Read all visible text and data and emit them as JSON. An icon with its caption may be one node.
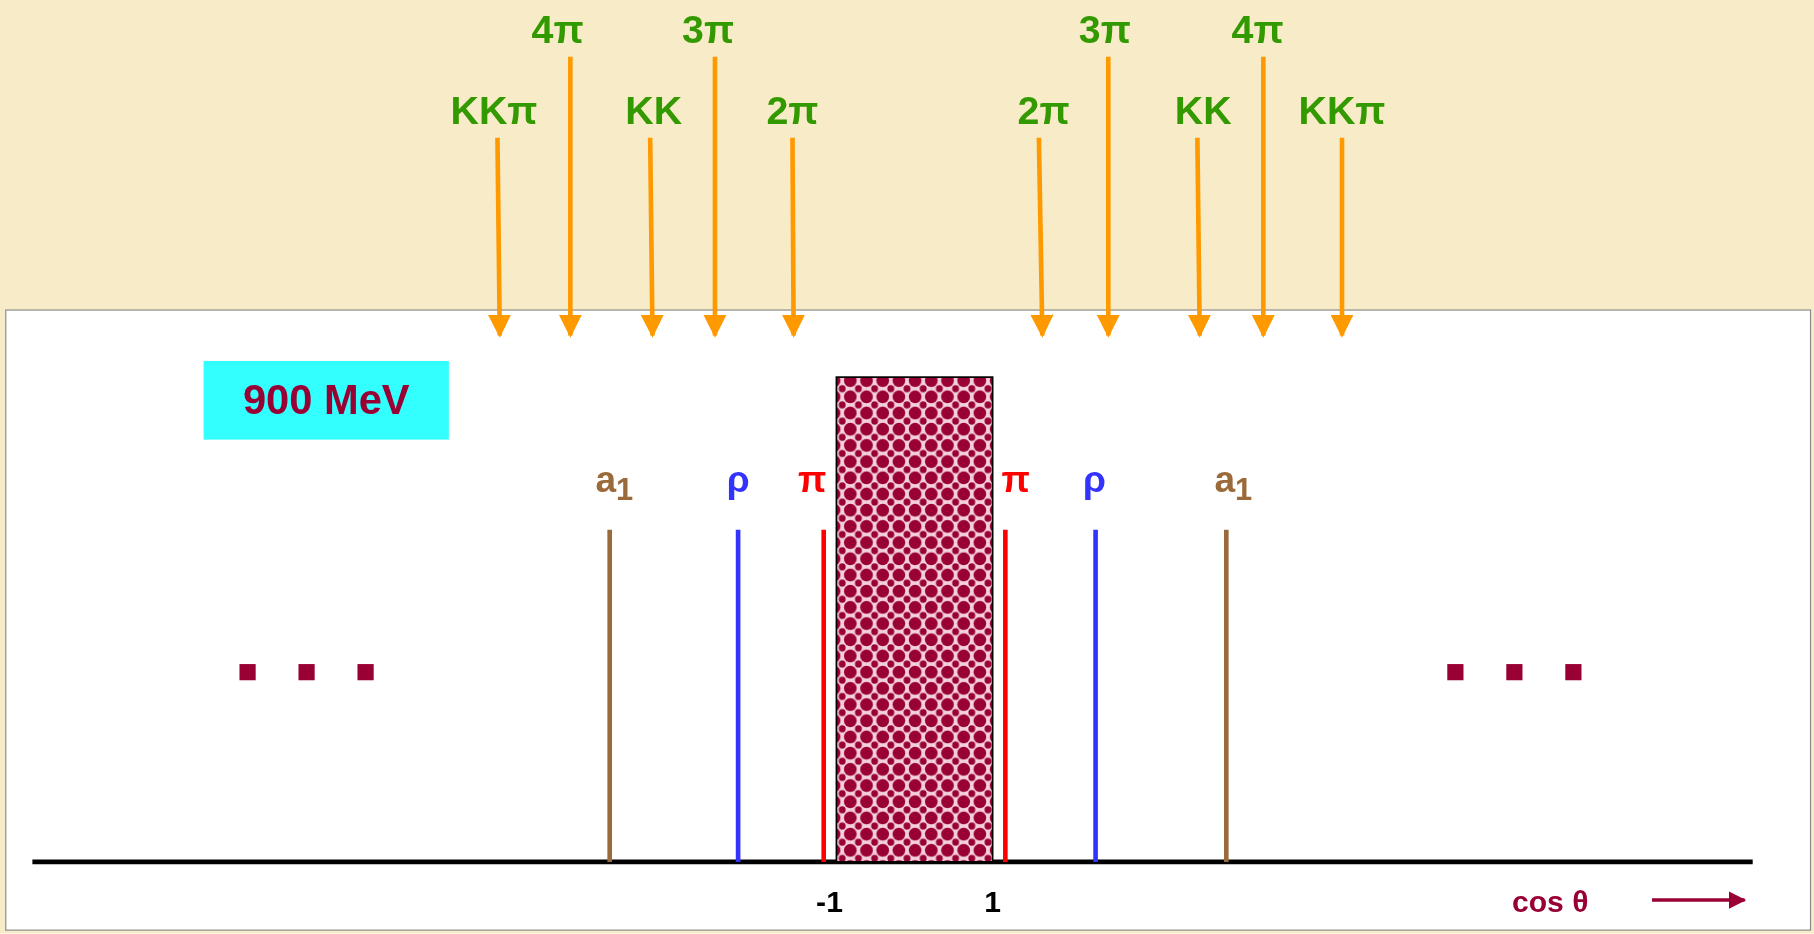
{
  "diagram": {
    "nodes": [
      {
        "text": [
          "900 MeV"
        ]
      },
      {
        "text": [
          "KKπ"
        ]
      },
      {
        "text": [
          "4π"
        ]
      },
      {
        "text": [
          "KK"
        ]
      },
      {
        "text": [
          "3π"
        ]
      },
      {
        "text": [
          "2π"
        ]
      },
      {
        "text": [
          "2π"
        ]
      },
      {
        "text": [
          "3π"
        ]
      },
      {
        "text": [
          "KK"
        ]
      },
      {
        "text": [
          "4π"
        ]
      },
      {
        "text": [
          "KKπ"
        ]
      },
      {
        "text": [],
        "shape": "box"
      }
    ],
    "edges": [
      {
        "from": 1,
        "to": null,
        "arrow": "to"
      },
      {
        "from": 2,
        "to": null,
        "arrow": "to"
      },
      {
        "from": 3,
        "to": null,
        "arrow": "to"
      },
      {
        "from": 4,
        "to": null,
        "arrow": "to"
      },
      {
        "from": 5,
        "to": null,
        "arrow": "to"
      },
      {
        "from": 6,
        "to": null,
        "arrow": "to"
      },
      {
        "from": 7,
        "to": null,
        "arrow": "to"
      },
      {
        "from": 8,
        "to": null,
        "arrow": "to"
      },
      {
        "from": 9,
        "to": null,
        "arrow": "to"
      },
      {
        "from": 10,
        "to": null,
        "arrow": "to"
      }
    ],
    "labels": [
      "a$_{1}$",
      "ρ",
      "π",
      "π",
      "ρ",
      "a$_{1}$",
      "-1",
      "1",
      "cos θ"
    ]
  }
}
